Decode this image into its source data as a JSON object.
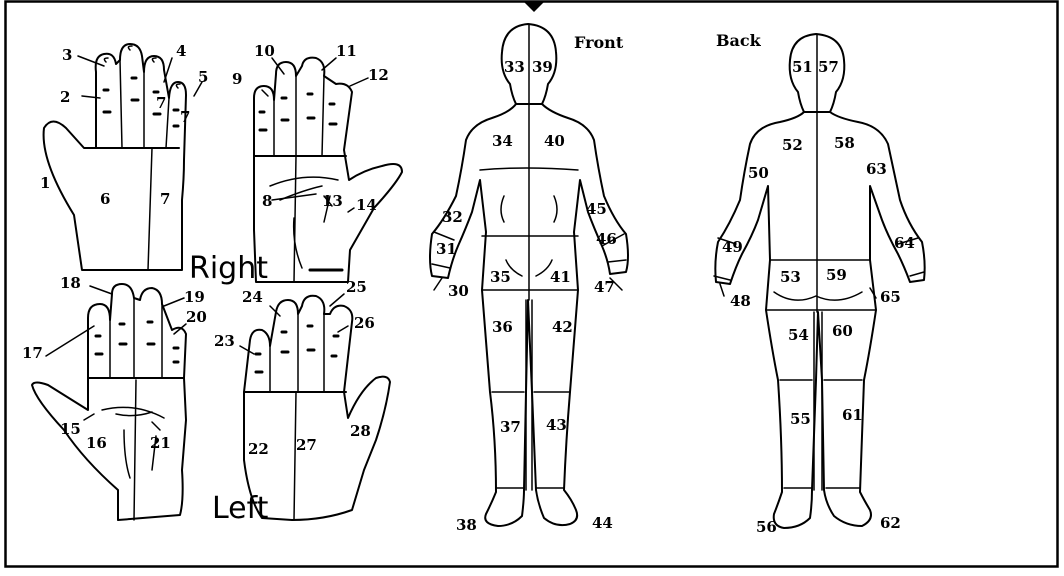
{
  "labels": {
    "front": "Front",
    "back": "Back",
    "right": "Right",
    "left": "Left"
  },
  "regions": {
    "r1": "1",
    "r2": "2",
    "r3": "3",
    "r4": "4",
    "r5": "5",
    "r6": "6",
    "r7": "7",
    "r8": "8",
    "r9": "9",
    "r10": "10",
    "r11": "11",
    "r12": "12",
    "r13": "13",
    "r14": "14",
    "r15": "15",
    "r16": "16",
    "r17": "17",
    "r18": "18",
    "r19": "19",
    "r20": "20",
    "r21": "21",
    "r22": "22",
    "r23": "23",
    "r24": "24",
    "r25": "25",
    "r26": "26",
    "r27": "27",
    "r28": "28",
    "r30": "30",
    "r31": "31",
    "r32": "32",
    "r33": "33",
    "r34": "34",
    "r35": "35",
    "r36": "36",
    "r37": "37",
    "r38": "38",
    "r39": "39",
    "r40": "40",
    "r41": "41",
    "r42": "42",
    "r43": "43",
    "r44": "44",
    "r45": "45",
    "r46": "46",
    "r47": "47",
    "r48": "48",
    "r49": "49",
    "r50": "50",
    "r51": "51",
    "r52": "52",
    "r53": "53",
    "r54": "54",
    "r55": "55",
    "r56": "56",
    "r57": "57",
    "r58": "58",
    "r59": "59",
    "r60": "60",
    "r61": "61",
    "r62": "62",
    "r63": "63",
    "r64": "64",
    "r65": "65"
  }
}
